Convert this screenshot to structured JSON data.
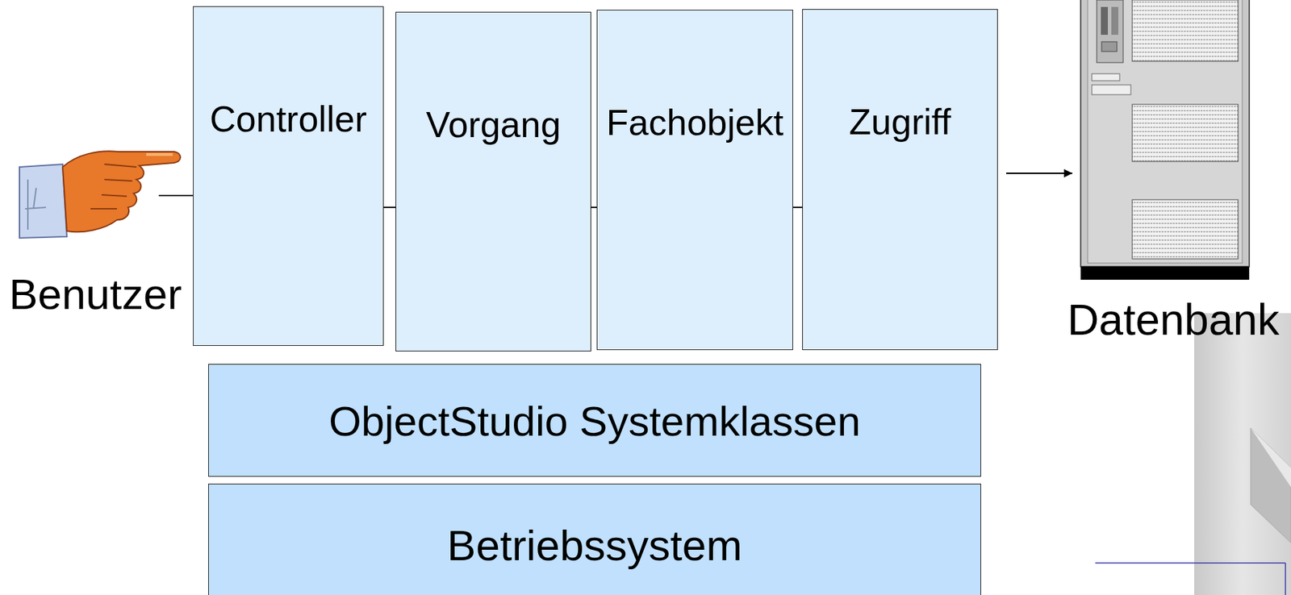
{
  "diagram": {
    "nodes": [
      {
        "text": [
          "Controller"
        ]
      },
      {
        "text": [
          "Vorgang"
        ]
      },
      {
        "text": [
          "Fachobjekt"
        ]
      },
      {
        "text": [
          "Zugriff"
        ]
      },
      {
        "text": [
          "ObjectStudio Systemklassen"
        ]
      },
      {
        "text": [
          "Betriebssystem"
        ]
      }
    ],
    "edges": [
      {
        "from": 0,
        "to": 1,
        "arrow": "both"
      },
      {
        "from": 1,
        "to": 2,
        "arrow": "both"
      },
      {
        "from": 2,
        "to": 3,
        "arrow": "both"
      }
    ],
    "labels": [
      "Benutzer",
      "Datenbank"
    ]
  }
}
